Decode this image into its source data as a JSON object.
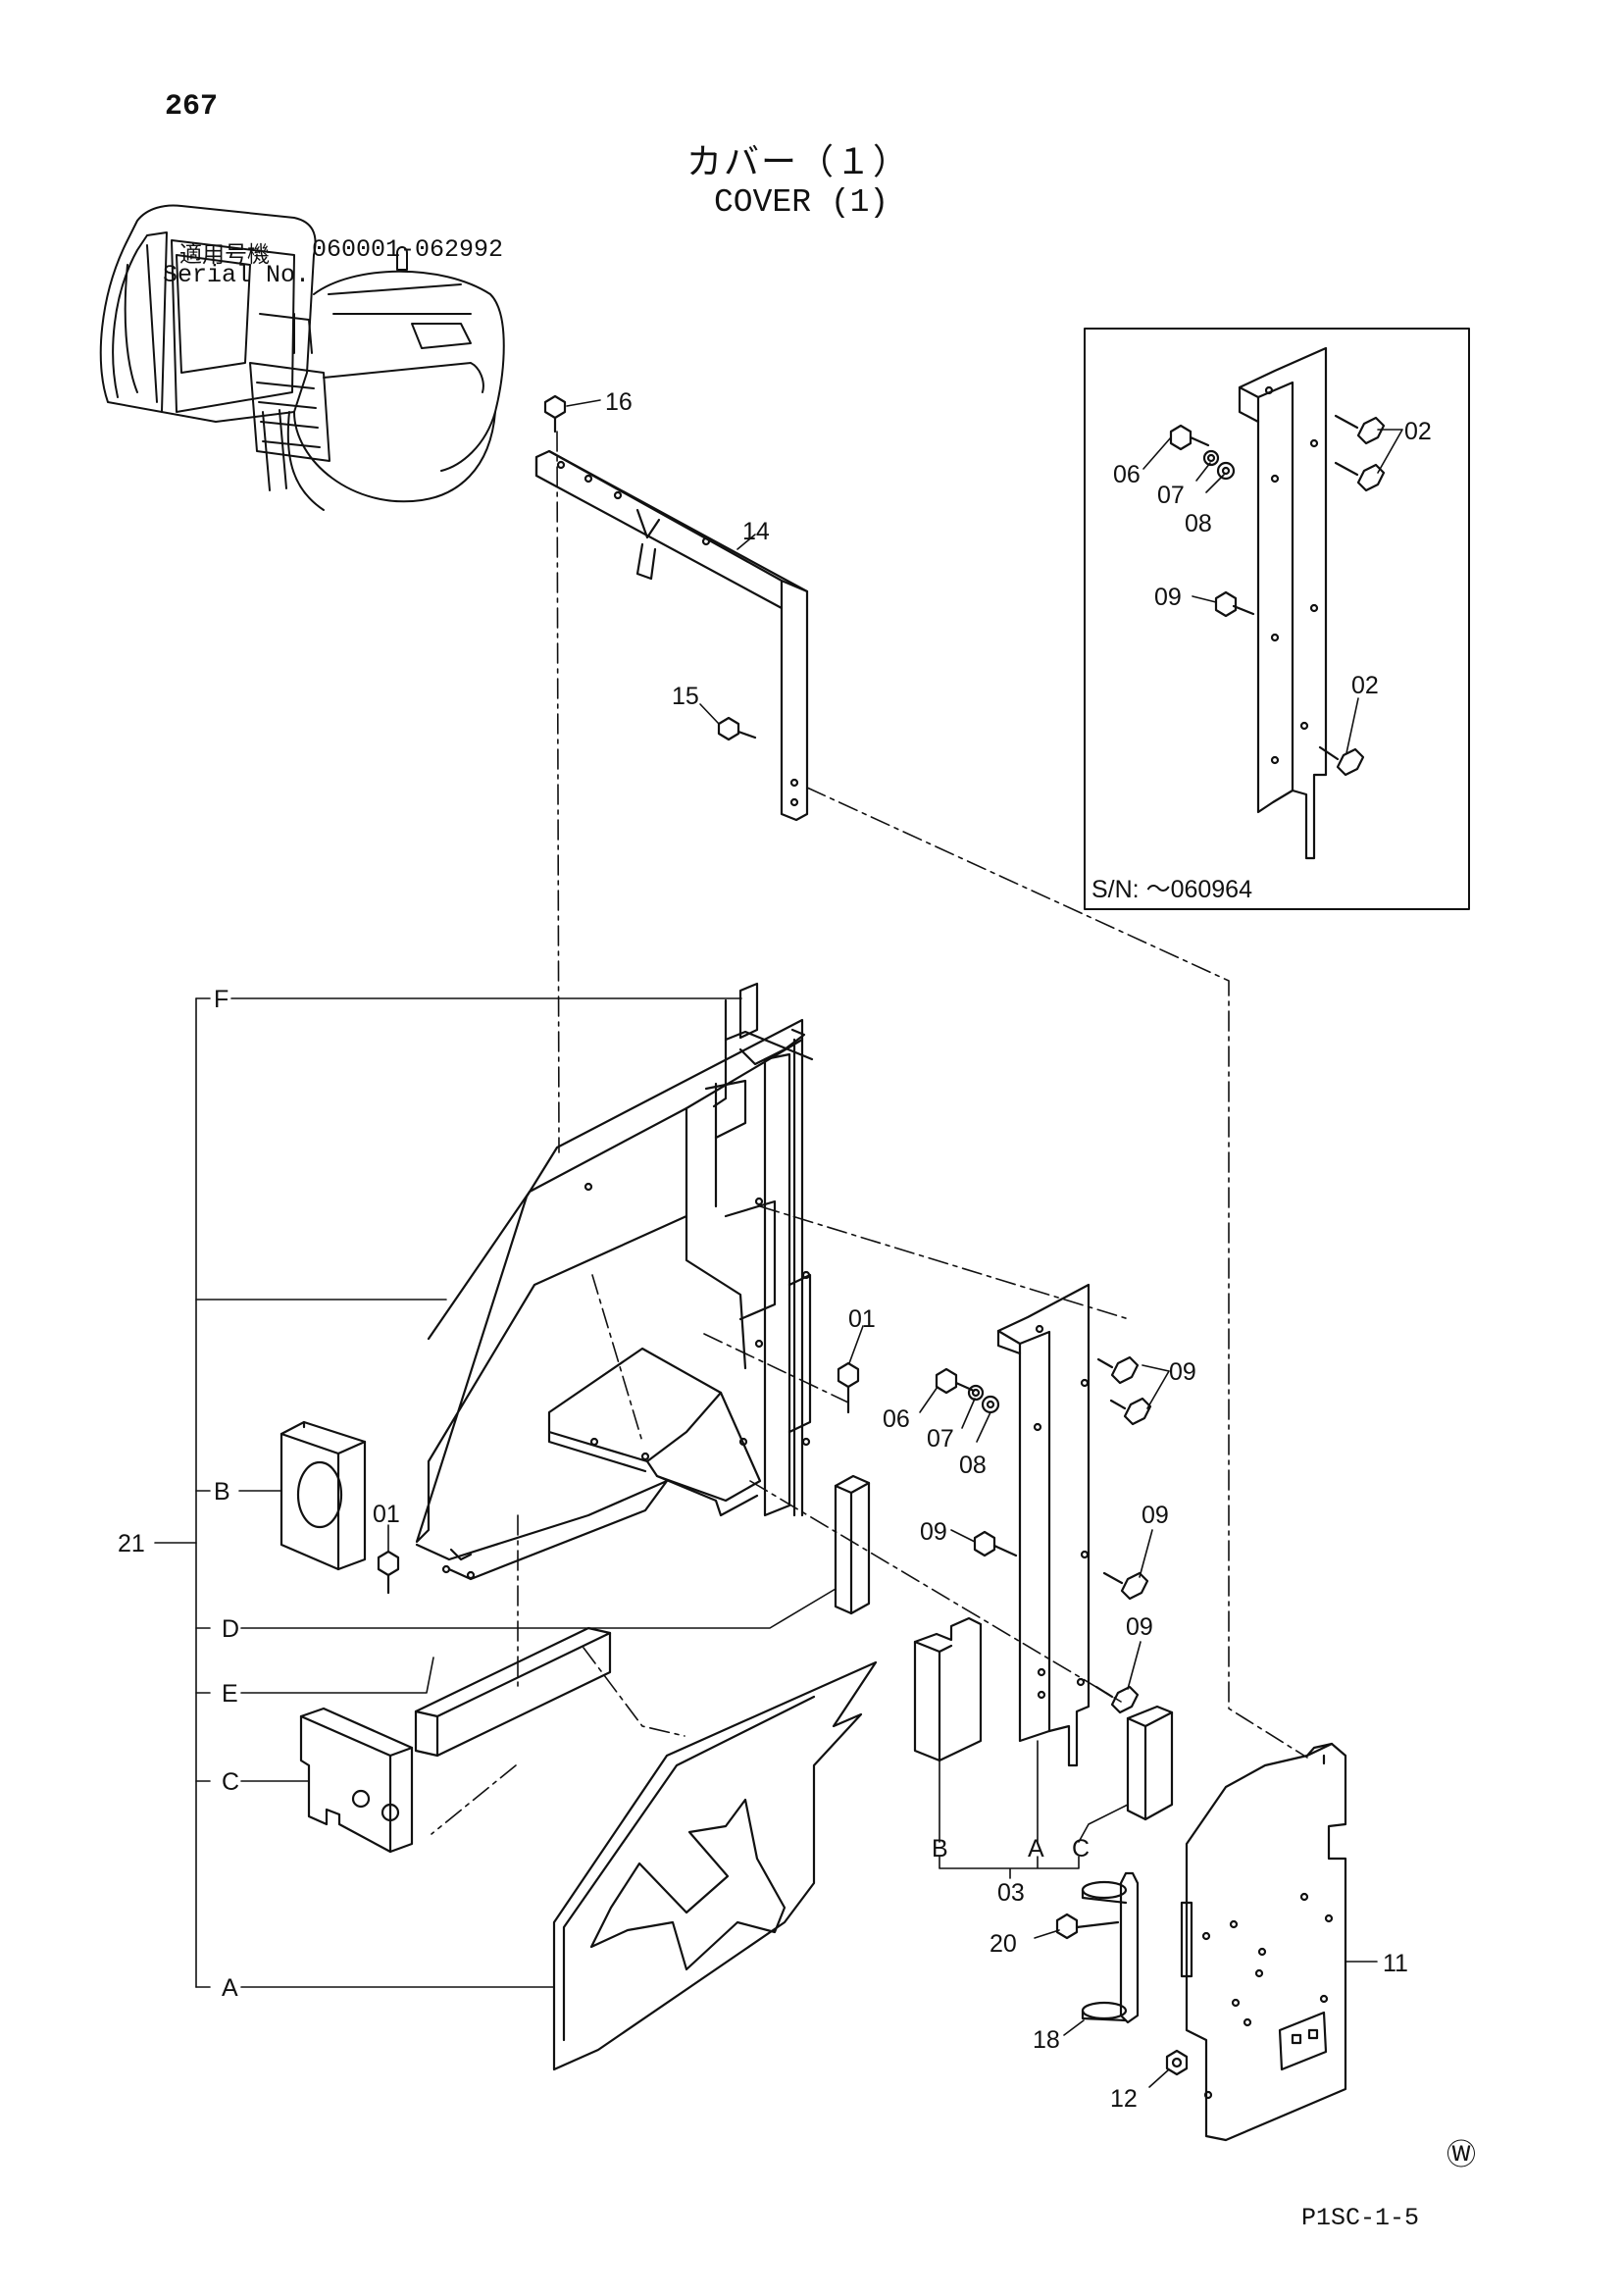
{
  "page_number": "267",
  "title_jp": "カバー（１）",
  "title_en": "COVER (1)",
  "serial": {
    "label_jp": "適用号機",
    "label_en": "Serial No.",
    "range": "060001-062992"
  },
  "inset_note": "S/N: ～060964",
  "callouts": {
    "c01": "01",
    "c02": "02",
    "c03": "03",
    "c06": "06",
    "c07": "07",
    "c08": "08",
    "c09": "09",
    "c11": "11",
    "c12": "12",
    "c14": "14",
    "c15": "15",
    "c16": "16",
    "c18": "18",
    "c20": "20",
    "c21": "21"
  },
  "letters": {
    "A": "A",
    "B": "B",
    "C": "C",
    "D": "D",
    "E": "E",
    "F": "F"
  },
  "watermark": "Ⓦ",
  "figure_code": "P1SC-1-5"
}
